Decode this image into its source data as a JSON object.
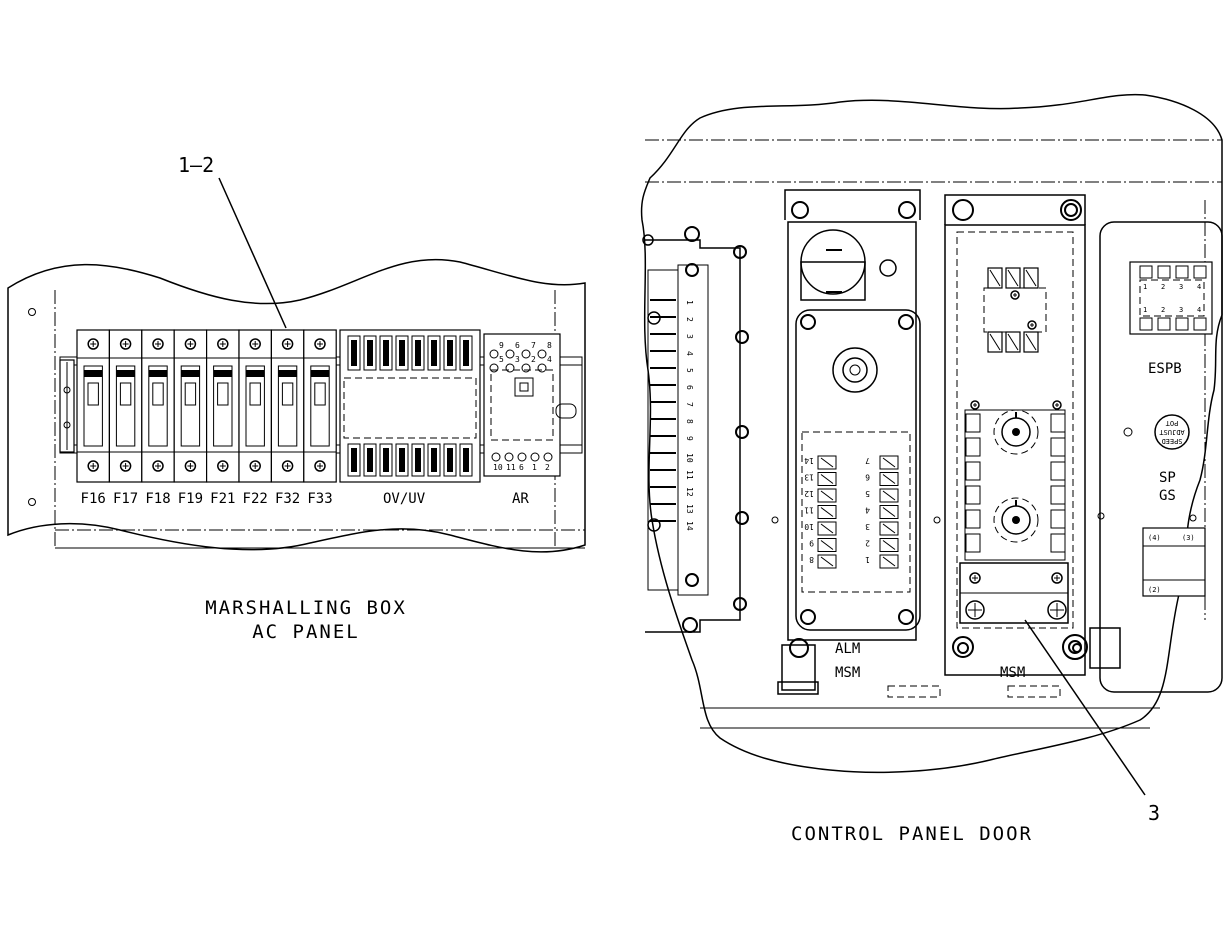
{
  "callouts": {
    "fuse_callout": "1–2",
    "msm_callout": "3"
  },
  "left_panel": {
    "fuse_labels": [
      "F16",
      "F17",
      "F18",
      "F19",
      "F21",
      "F22",
      "F32",
      "F33"
    ],
    "ov_uv_label": "OV/UV",
    "ar_label": "AR",
    "relay_terminals_top": [
      "9",
      "6",
      "7",
      "8",
      "5",
      "3",
      "2",
      "4"
    ],
    "relay_terminals_bottom": [
      "10",
      "11",
      "6",
      "1",
      "2"
    ],
    "caption_line1": "MARSHALLING BOX",
    "caption_line2": "AC PANEL"
  },
  "right_panel": {
    "strip_numbers": [
      "1",
      "2",
      "3",
      "4",
      "5",
      "6",
      "7",
      "8",
      "9",
      "10",
      "11",
      "12",
      "13",
      "14"
    ],
    "block_left_numbers": [
      "14",
      "13",
      "12",
      "11",
      "10",
      "9",
      "8"
    ],
    "block_right_numbers": [
      "7",
      "6",
      "5",
      "4",
      "3",
      "2",
      "1"
    ],
    "alm_label": "ALM",
    "msm_label_1": "MSM",
    "msm_label_2": "MSM",
    "espb_label": "ESPB",
    "espb_terminals_top": [
      "1",
      "2",
      "3",
      "4"
    ],
    "espb_terminals_bottom": [
      "1",
      "2",
      "3",
      "4"
    ],
    "speed_adjust_line1": "SPEED",
    "speed_adjust_line2": "ADJUST",
    "speed_adjust_line3": "POT",
    "sp_label": "SP",
    "gs_label": "GS",
    "side_tag_1": "(4)",
    "side_tag_2": "(3)",
    "side_tag_3": "(2)",
    "caption": "CONTROL PANEL DOOR"
  }
}
